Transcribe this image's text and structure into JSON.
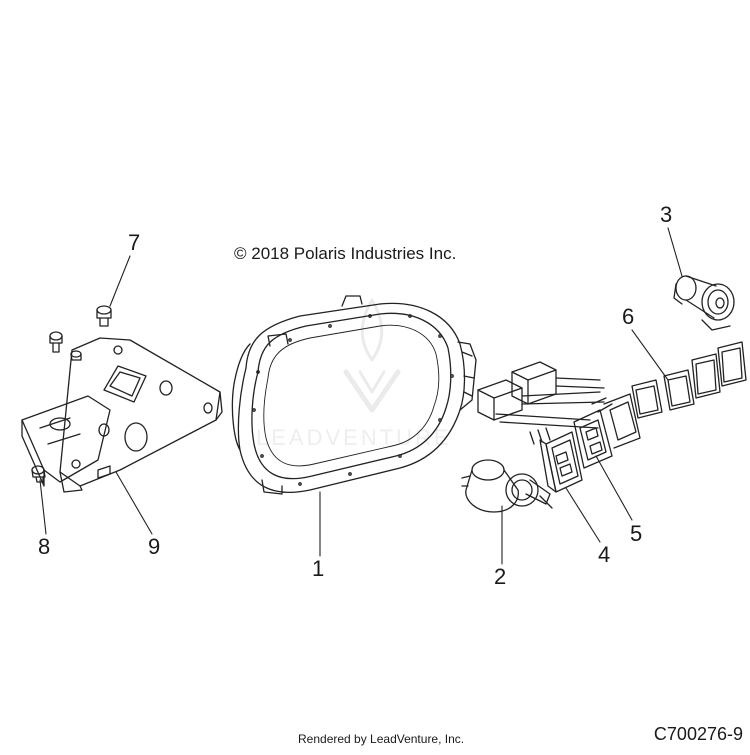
{
  "diagram": {
    "copyright": "© 2018 Polaris Industries Inc.",
    "watermark": "LEADVENTURE",
    "render_credit": "Rendered by LeadVenture, Inc.",
    "reference_code": "C700276-9",
    "callouts": [
      {
        "id": "1",
        "label": "1"
      },
      {
        "id": "2",
        "label": "2"
      },
      {
        "id": "3",
        "label": "3"
      },
      {
        "id": "4",
        "label": "4"
      },
      {
        "id": "5",
        "label": "5"
      },
      {
        "id": "6",
        "label": "6"
      },
      {
        "id": "7",
        "label": "7"
      },
      {
        "id": "8",
        "label": "8"
      },
      {
        "id": "9",
        "label": "9"
      }
    ]
  }
}
